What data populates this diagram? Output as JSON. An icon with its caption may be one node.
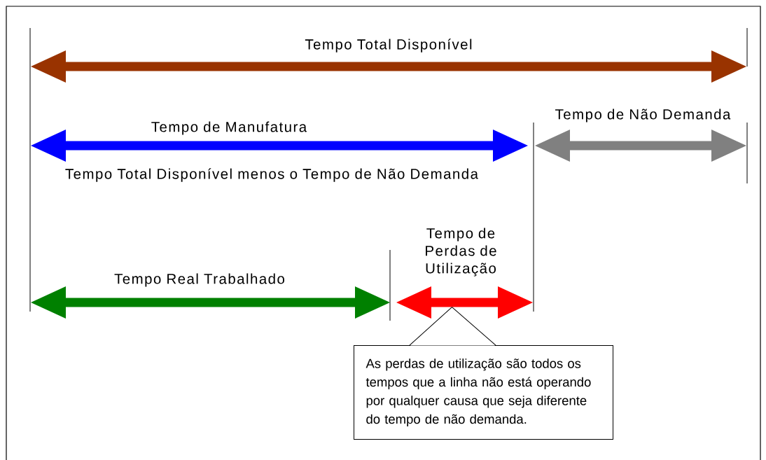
{
  "diagram": {
    "nodes": [
      {
        "text": [],
        "shape": "arrow",
        "beside": [
          "Tempo Total Disponível"
        ]
      },
      {
        "text": [],
        "shape": "arrow",
        "beside": [
          "Tempo de Manufatura",
          "Tempo Total Disponível menos o Tempo de Não Demanda"
        ]
      },
      {
        "text": [],
        "shape": "arrow",
        "beside": [
          "Tempo de Não Demanda"
        ]
      },
      {
        "text": [],
        "shape": "arrow",
        "beside": [
          "Tempo Real Trabalhado"
        ]
      },
      {
        "text": [],
        "shape": "arrow",
        "beside": [
          "Tempo de Perdas de Utilização"
        ]
      },
      {
        "text": [
          "As perdas de utilização são todos os tempos que a linha não está operando por qualquer causa que seja diferente do tempo de não demanda."
        ]
      }
    ],
    "edges": [
      {
        "from": 5,
        "to": 4,
        "arrow": "none"
      }
    ]
  }
}
